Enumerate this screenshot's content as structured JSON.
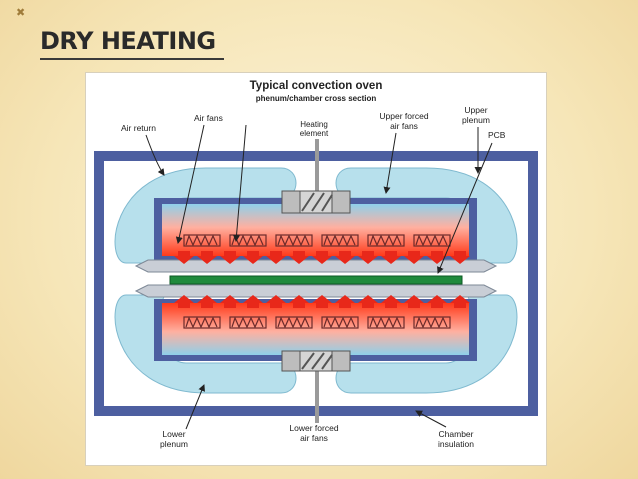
{
  "slide": {
    "marker": "✖",
    "title": "DRY HEATING"
  },
  "figure": {
    "title": "Typical convection oven",
    "subtitle": "phenum/chamber cross section",
    "labels": {
      "air_return": "Air return",
      "air_fans": "Air fans",
      "heating_element_1": "Heating",
      "heating_element_2": "element",
      "upper_forced_1": "Upper forced",
      "upper_forced_2": "air fans",
      "upper_plenum_1": "Upper",
      "upper_plenum_2": "plenum",
      "pcb": "PCB",
      "lower_plenum_1": "Lower",
      "lower_plenum_2": "plenum",
      "lower_forced_1": "Lower forced",
      "lower_forced_2": "air fans",
      "chamber_insulation_1": "Chamber",
      "chamber_insulation_2": "insulation"
    },
    "colors": {
      "insulation": "#4d5fa0",
      "airflow": "#b7e0ec",
      "airflow_edge": "#7fb9cf",
      "plenum": "#8fd0ea",
      "heat": "#ff3a1a",
      "arrow": "#e8281a",
      "pcb": "#1f8a3c",
      "fan": "#8c8c8c"
    }
  }
}
